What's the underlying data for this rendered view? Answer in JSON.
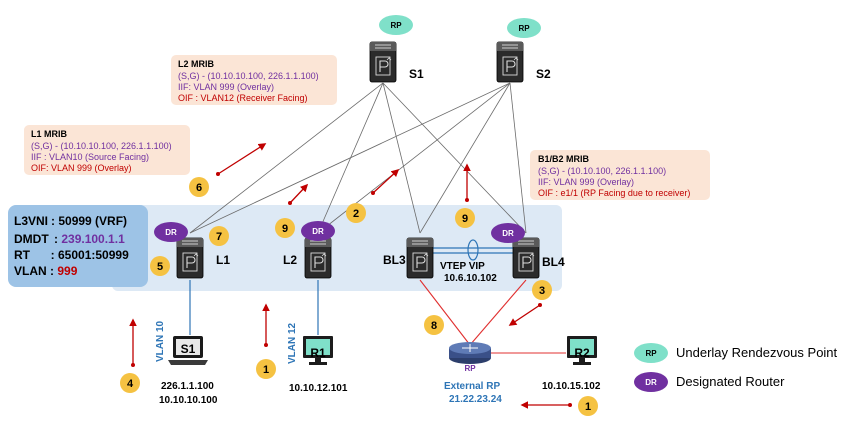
{
  "mrib": {
    "l2": {
      "title": "L2 MRIB",
      "sg": "(S,G) - (10.10.10.100, 226.1.1.100)",
      "iif": "IIF: VLAN 999 (Overlay)",
      "oif": "OIF : VLAN12 (Receiver Facing)"
    },
    "l1": {
      "title": "L1 MRIB",
      "sg": "(S,G) - (10.10.10.100, 226.1.1.100)",
      "iif": "IIF : VLAN10 (Source Facing)",
      "oif": "OIF: VLAN 999 (Overlay)"
    },
    "bl": {
      "title": "B1/B2 MRIB",
      "sg": "(S,G) - (10.10.100, 226.1.1.100)",
      "iif": "IIF: VLAN 999 (Overlay)",
      "oif": "OIF : e1/1 (RP Facing due to receiver)"
    }
  },
  "vni": {
    "l3vni_key": "L3VNI",
    "l3vni_val": ": 50999 (VRF)",
    "dmdt_key": "DMDT",
    "dmdt_val": "239.100.1.1",
    "rt_key": "RT",
    "rt_val": ": 65001:50999",
    "vlan_key": "VLAN",
    "vlan_val": "999"
  },
  "nodes": {
    "s1": "S1",
    "s2": "S2",
    "l1": "L1",
    "l2": "L2",
    "bl3": "BL3",
    "bl4": "BL4",
    "vtep_label": "VTEP VIP",
    "vtep_ip": "10.6.10.102",
    "rp_tag": "RP",
    "dr_tag": "DR"
  },
  "hosts": {
    "s1_host": "S1",
    "s1_vlan": "VLAN 10",
    "s1_ip1": "226.1.1.100",
    "s1_ip2": "10.10.10.100",
    "r1_host": "R1",
    "r1_vlan": "VLAN 12",
    "r1_ip": "10.10.12.101",
    "r2_host": "R2",
    "r2_ip": "10.10.15.102",
    "ext_rp_label": "External RP",
    "ext_rp_ip": "21.22.23.24",
    "rp_router_label": "RP"
  },
  "steps": [
    "6",
    "7",
    "5",
    "9",
    "2",
    "9",
    "3",
    "8",
    "1",
    "4",
    "1"
  ],
  "legend": {
    "rp_tag": "RP",
    "rp_text": "Underlay Rendezvous Point",
    "dr_tag": "DR",
    "dr_text": "Designated Router"
  },
  "colors": {
    "fabric": "#dde9f5",
    "vni_box": "#9dc3e6",
    "mrib_box": "#fbe5d6",
    "rp_tag": "#7fe0c9",
    "dr_tag": "#7030a0",
    "badge": "#f5c242",
    "arrow": "#c00000",
    "link_red": "#e03030",
    "link_blue": "#2e75b6",
    "monitor": "#7fe0c9"
  }
}
